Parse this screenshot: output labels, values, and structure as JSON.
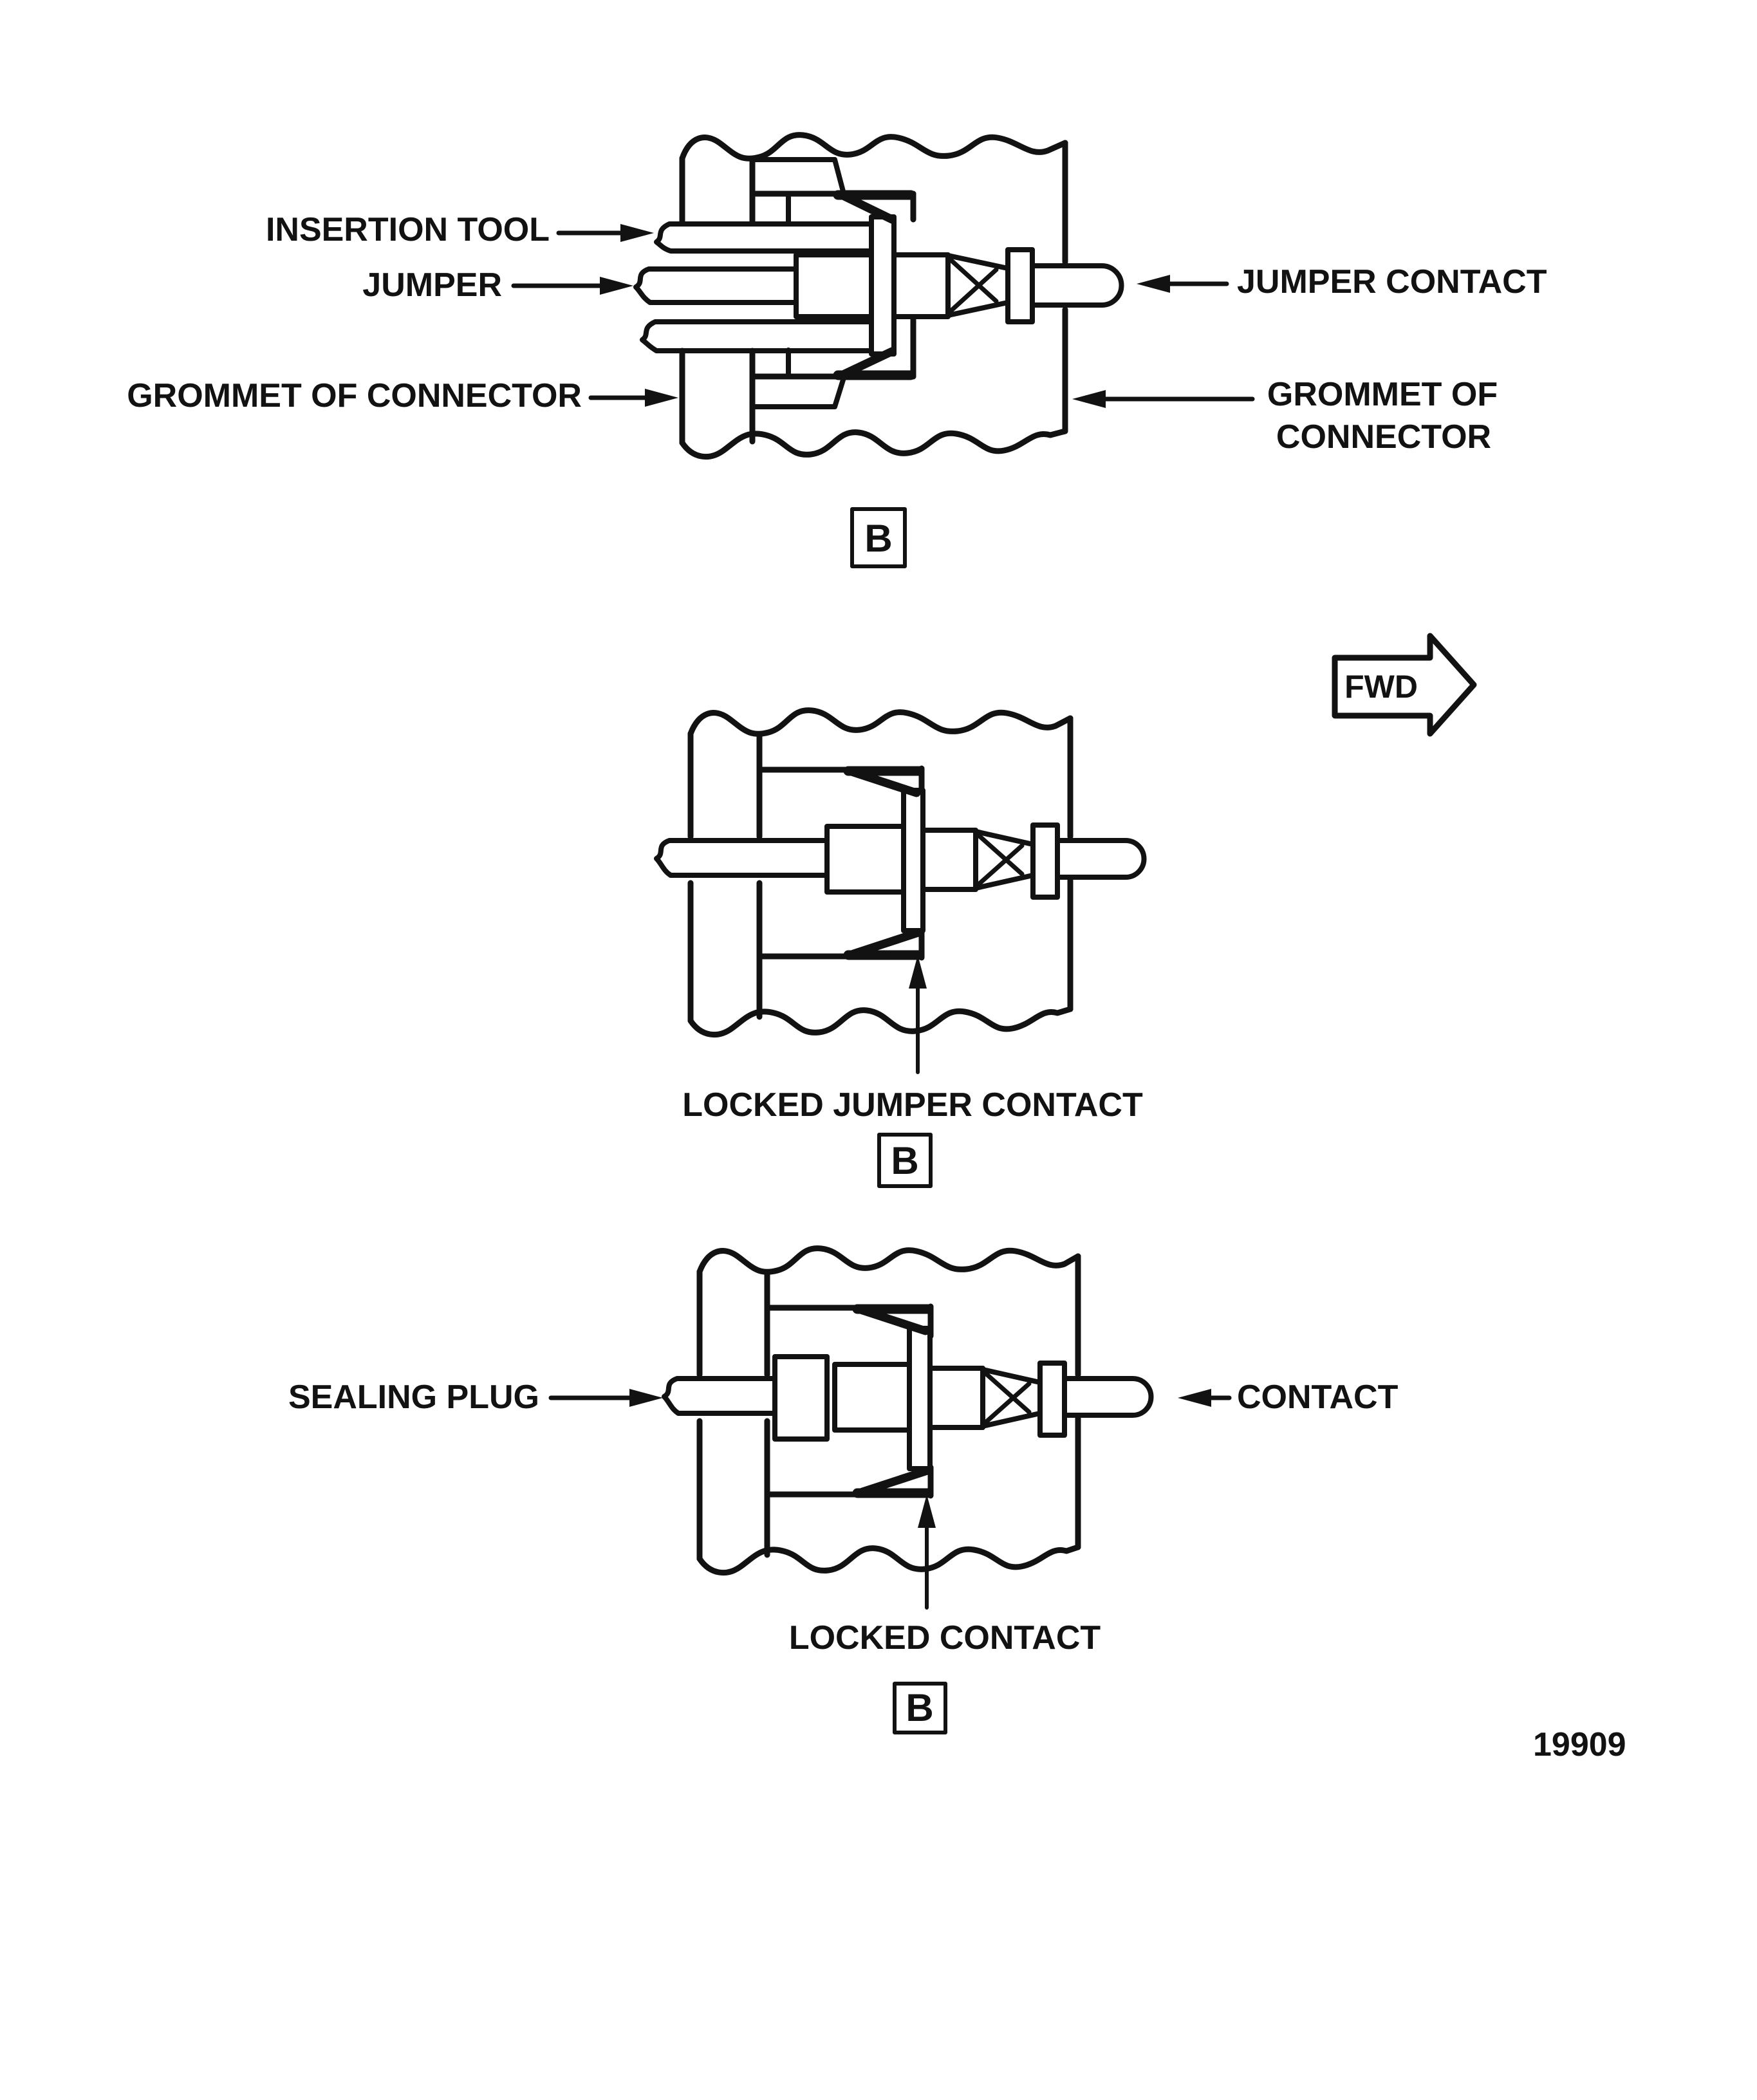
{
  "figure": {
    "number": "19909",
    "ink_color": "#121212",
    "background_color": "#ffffff"
  },
  "direction_indicator": {
    "label": "FWD"
  },
  "detail_marker": {
    "label": "B"
  },
  "panel_insertion": {
    "callouts_left": {
      "insertion_tool": "INSERTION TOOL",
      "jumper": "JUMPER",
      "grommet": "GROMMET OF CONNECTOR"
    },
    "callouts_right": {
      "jumper_contact": "JUMPER CONTACT",
      "grommet_line1": "GROMMET OF",
      "grommet_line2": "CONNECTOR"
    }
  },
  "panel_locked_jumper": {
    "caption": "LOCKED JUMPER CONTACT"
  },
  "panel_locked_contact": {
    "callouts_left": {
      "sealing_plug": "SEALING PLUG"
    },
    "callouts_right": {
      "contact": "CONTACT"
    },
    "caption": "LOCKED CONTACT"
  }
}
